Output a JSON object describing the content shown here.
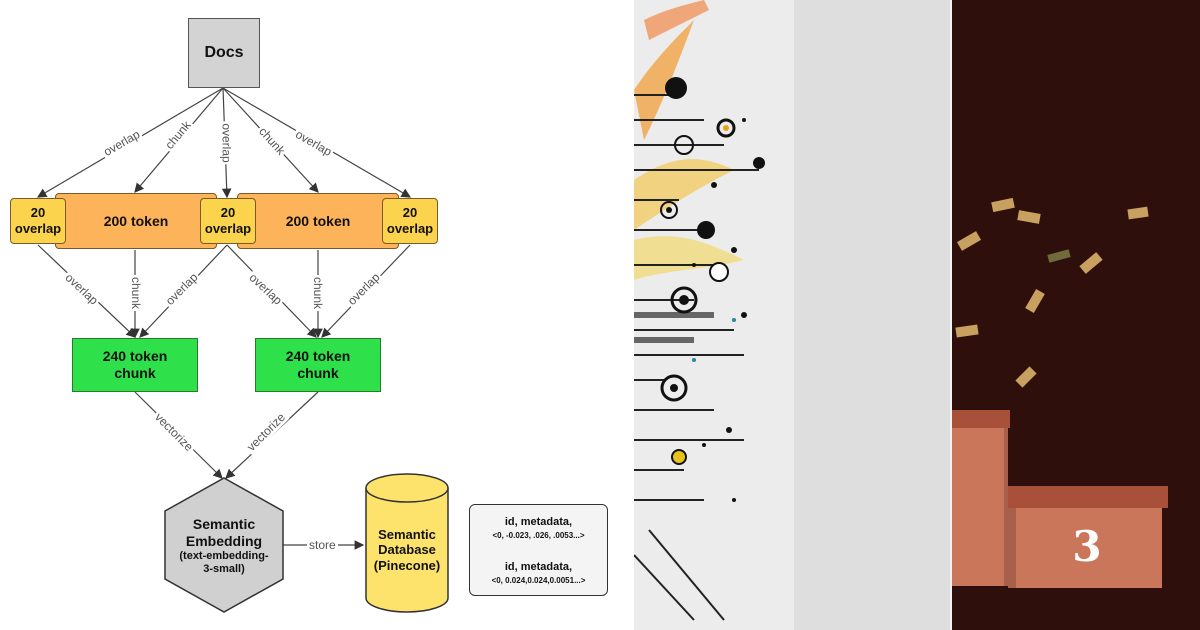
{
  "diagram": {
    "docs": "Docs",
    "overlap_box": [
      "20",
      "overlap"
    ],
    "token_box": "200 token",
    "chunk_box": [
      "240 token",
      "chunk"
    ],
    "embedding": [
      "Semantic",
      "Embedding",
      "(text-embedding-",
      "3-small)"
    ],
    "database": [
      "Semantic",
      "Database",
      "(Pinecone)"
    ],
    "vector_card": {
      "row1": [
        "id, metadata,",
        "<0, -0.023, .026, .0053...>"
      ],
      "row2": [
        "id, metadata,",
        "<0, 0.024,0.024,0.0051...>"
      ]
    },
    "edges": {
      "overlap": "overlap",
      "chunk": "chunk",
      "vectorize": "vectorize",
      "store": "store"
    }
  },
  "podium": {
    "place_number": "3"
  },
  "colors": {
    "docs_fill": "#d3d3d3",
    "overlap_fill": "#fcd34d",
    "token_fill": "#fdb35a",
    "chunk_fill": "#2ee04a",
    "embedding_fill": "#d0d0d0",
    "database_fill": "#fde36b",
    "podium_bg": "#2e0f0c",
    "podium_block": "#c9765a"
  }
}
